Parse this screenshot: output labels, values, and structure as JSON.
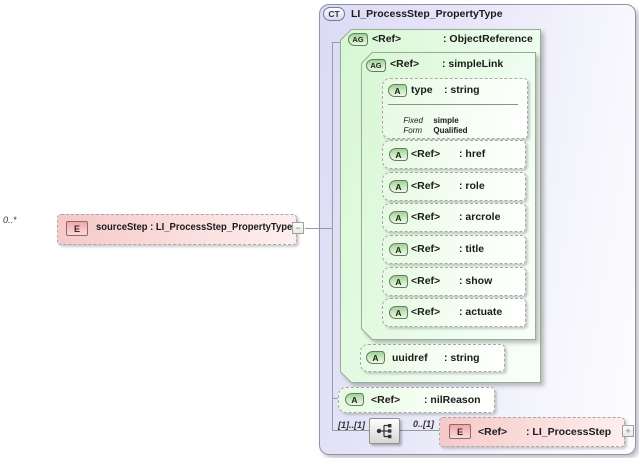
{
  "diagram": {
    "source_element": {
      "multiplicity": "0..*",
      "icon": "E",
      "name": "sourceStep",
      "type": " : LI_ProcessStep_PropertyType",
      "collapse_glyph": "−"
    },
    "complex_type": {
      "icon": "CT",
      "title": "LI_ProcessStep_PropertyType",
      "object_reference": {
        "icon": "AG",
        "name": "<Ref>",
        "type": ": ObjectReference"
      },
      "simple_link": {
        "icon": "AG",
        "name": "<Ref>",
        "type": ": simpleLink"
      },
      "type_attribute": {
        "icon": "A",
        "name": "type",
        "type": ": string",
        "facets": [
          {
            "label": "Fixed",
            "value": "simple"
          },
          {
            "label": "Form",
            "value": "Qualified"
          }
        ]
      },
      "attributes": [
        {
          "icon": "A",
          "name": "<Ref>",
          "type": ": href"
        },
        {
          "icon": "A",
          "name": "<Ref>",
          "type": ": role"
        },
        {
          "icon": "A",
          "name": "<Ref>",
          "type": ": arcrole"
        },
        {
          "icon": "A",
          "name": "<Ref>",
          "type": ": title"
        },
        {
          "icon": "A",
          "name": "<Ref>",
          "type": ": show"
        },
        {
          "icon": "A",
          "name": "<Ref>",
          "type": ": actuate"
        }
      ],
      "uuidref_attribute": {
        "icon": "A",
        "name": "uuidref",
        "type": ": string"
      },
      "nil_reason_attribute": {
        "icon": "A",
        "name": "<Ref>",
        "type": ": nilReason"
      },
      "sequence": {
        "left_multiplicity": "[1]..[1]",
        "right_multiplicity": "0..[1]"
      },
      "ref_element": {
        "icon": "E",
        "name": "<Ref>",
        "type": ": LI_ProcessStep",
        "expand_glyph": "+"
      }
    },
    "colors": {
      "complex_type_fill": "#e2e1f6",
      "attribute_group_green": "#d9f6d4",
      "element_pink": "#f6c8c8",
      "line_gray": "#9a9aa2"
    }
  }
}
